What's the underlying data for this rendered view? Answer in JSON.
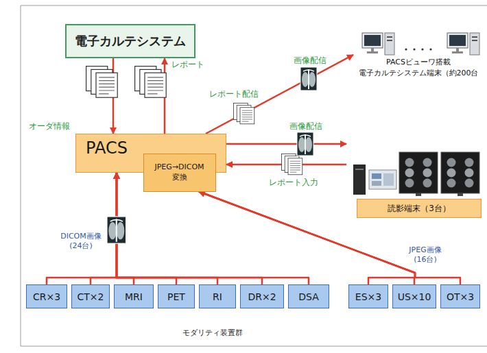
{
  "diagram": {
    "nodes": [
      {
        "text": [
          "電子カルテシステム"
        ]
      },
      {
        "text": [
          "PACS"
        ]
      },
      {
        "text": [
          "JPEG→DICOM 変換"
        ],
        "in": 1
      },
      {
        "text": [
          "PACSビューワ搭載 電子カルテシステム端末（約200台"
        ]
      },
      {
        "text": [
          "読影端末（3台）"
        ]
      },
      {
        "text": [
          "CR×3"
        ]
      },
      {
        "text": [
          "CT×2"
        ]
      },
      {
        "text": [
          "MRI"
        ]
      },
      {
        "text": [
          "PET"
        ]
      },
      {
        "text": [
          "RI"
        ]
      },
      {
        "text": [
          "DR×2"
        ]
      },
      {
        "text": [
          "DSA"
        ]
      },
      {
        "text": [
          "ES×3"
        ]
      },
      {
        "text": [
          "US×10"
        ]
      },
      {
        "text": [
          "OT×3"
        ]
      }
    ],
    "edges": [
      {
        "from": 0,
        "to": 1,
        "arrow": "to",
        "label": "オーダ情報"
      },
      {
        "from": 1,
        "to": 0,
        "arrow": "to",
        "label": "レポート"
      },
      {
        "from": 1,
        "to": 3,
        "arrow": "to",
        "label": "画像配信"
      },
      {
        "from": 1,
        "to": 4,
        "arrow": "to",
        "label": "画像配信"
      },
      {
        "from": 4,
        "to": 1,
        "arrow": "to",
        "label": "レポート入力"
      },
      {
        "from": 5,
        "to": 1,
        "arrow": "to",
        "label": "DICOM画像 (24台)"
      },
      {
        "from": 6,
        "to": 1,
        "arrow": "to"
      },
      {
        "from": 7,
        "to": 1,
        "arrow": "to"
      },
      {
        "from": 8,
        "to": 1,
        "arrow": "to"
      },
      {
        "from": 9,
        "to": 1,
        "arrow": "to"
      },
      {
        "from": 10,
        "to": 1,
        "arrow": "to"
      },
      {
        "from": 11,
        "to": 1,
        "arrow": "to"
      },
      {
        "from": 12,
        "to": 2,
        "arrow": "to",
        "label": "JPEG画像 (16台)"
      },
      {
        "from": 13,
        "to": 2,
        "arrow": "to"
      },
      {
        "from": 14,
        "to": 2,
        "arrow": "to"
      }
    ],
    "labels": [
      "レポート配信",
      "モダリティ装置群"
    ]
  }
}
